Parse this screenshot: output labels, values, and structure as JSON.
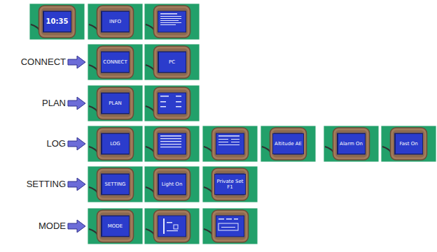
{
  "diagram": {
    "nodes": [
      {
        "text": [
          "10:35"
        ]
      },
      {
        "text": [
          "INFO"
        ]
      },
      {
        "text": [
          "CONNECT"
        ]
      },
      {
        "text": [
          "PC"
        ]
      },
      {
        "text": [
          "PLAN"
        ]
      },
      {
        "text": [
          "LOG"
        ]
      },
      {
        "text": [
          "Altitude AE"
        ]
      },
      {
        "text": [
          "Alarm On"
        ]
      },
      {
        "text": [
          "Fast On"
        ]
      },
      {
        "text": [
          "SETTING"
        ]
      },
      {
        "text": [
          "Light On"
        ]
      },
      {
        "text": [
          "Private Set",
          "F1"
        ]
      },
      {
        "text": [
          "MODE"
        ]
      }
    ],
    "labels": [
      "CONNECT",
      "PLAN",
      "LOG",
      "SETTING",
      "MODE"
    ]
  }
}
